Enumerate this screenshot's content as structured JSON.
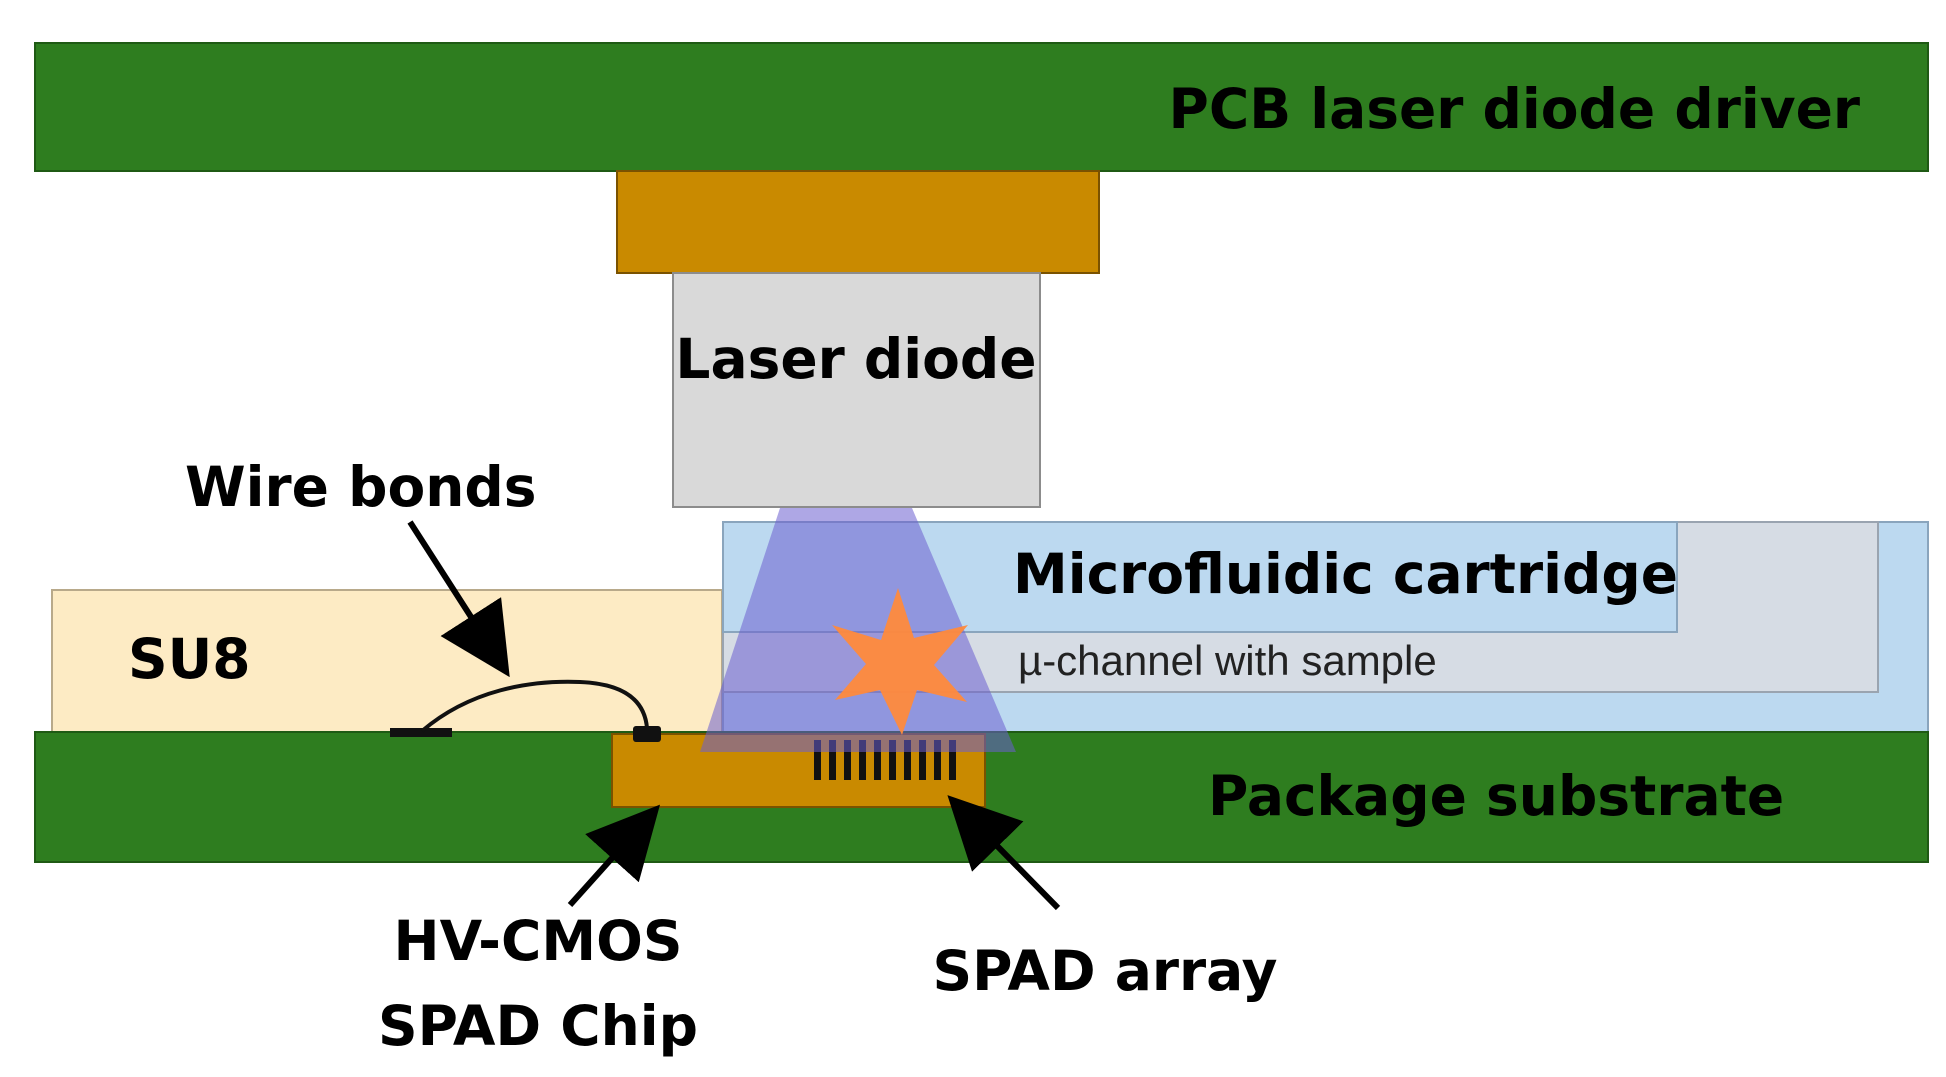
{
  "labels": {
    "pcb": "PCB laser diode driver",
    "laser": "Laser diode",
    "wire_bonds": "Wire bonds",
    "su8": "SU8",
    "cartridge": "Microfluidic cartridge",
    "channel": "µ-channel with sample",
    "substrate": "Package substrate",
    "chip_line1": "HV-CMOS",
    "chip_line2": "SPAD Chip",
    "spad_array": "SPAD array"
  },
  "colors": {
    "pcb_green": "#2e7d1f",
    "copper": "#c98a00",
    "laser_gray": "#d9d9d9",
    "su8_cream": "#fdebc4",
    "cartridge_blue": "#bcd9f0",
    "channel_gray": "#d6dce4",
    "beam_purple": "#7b6fd6",
    "star_orange": "#ff8a3c"
  }
}
